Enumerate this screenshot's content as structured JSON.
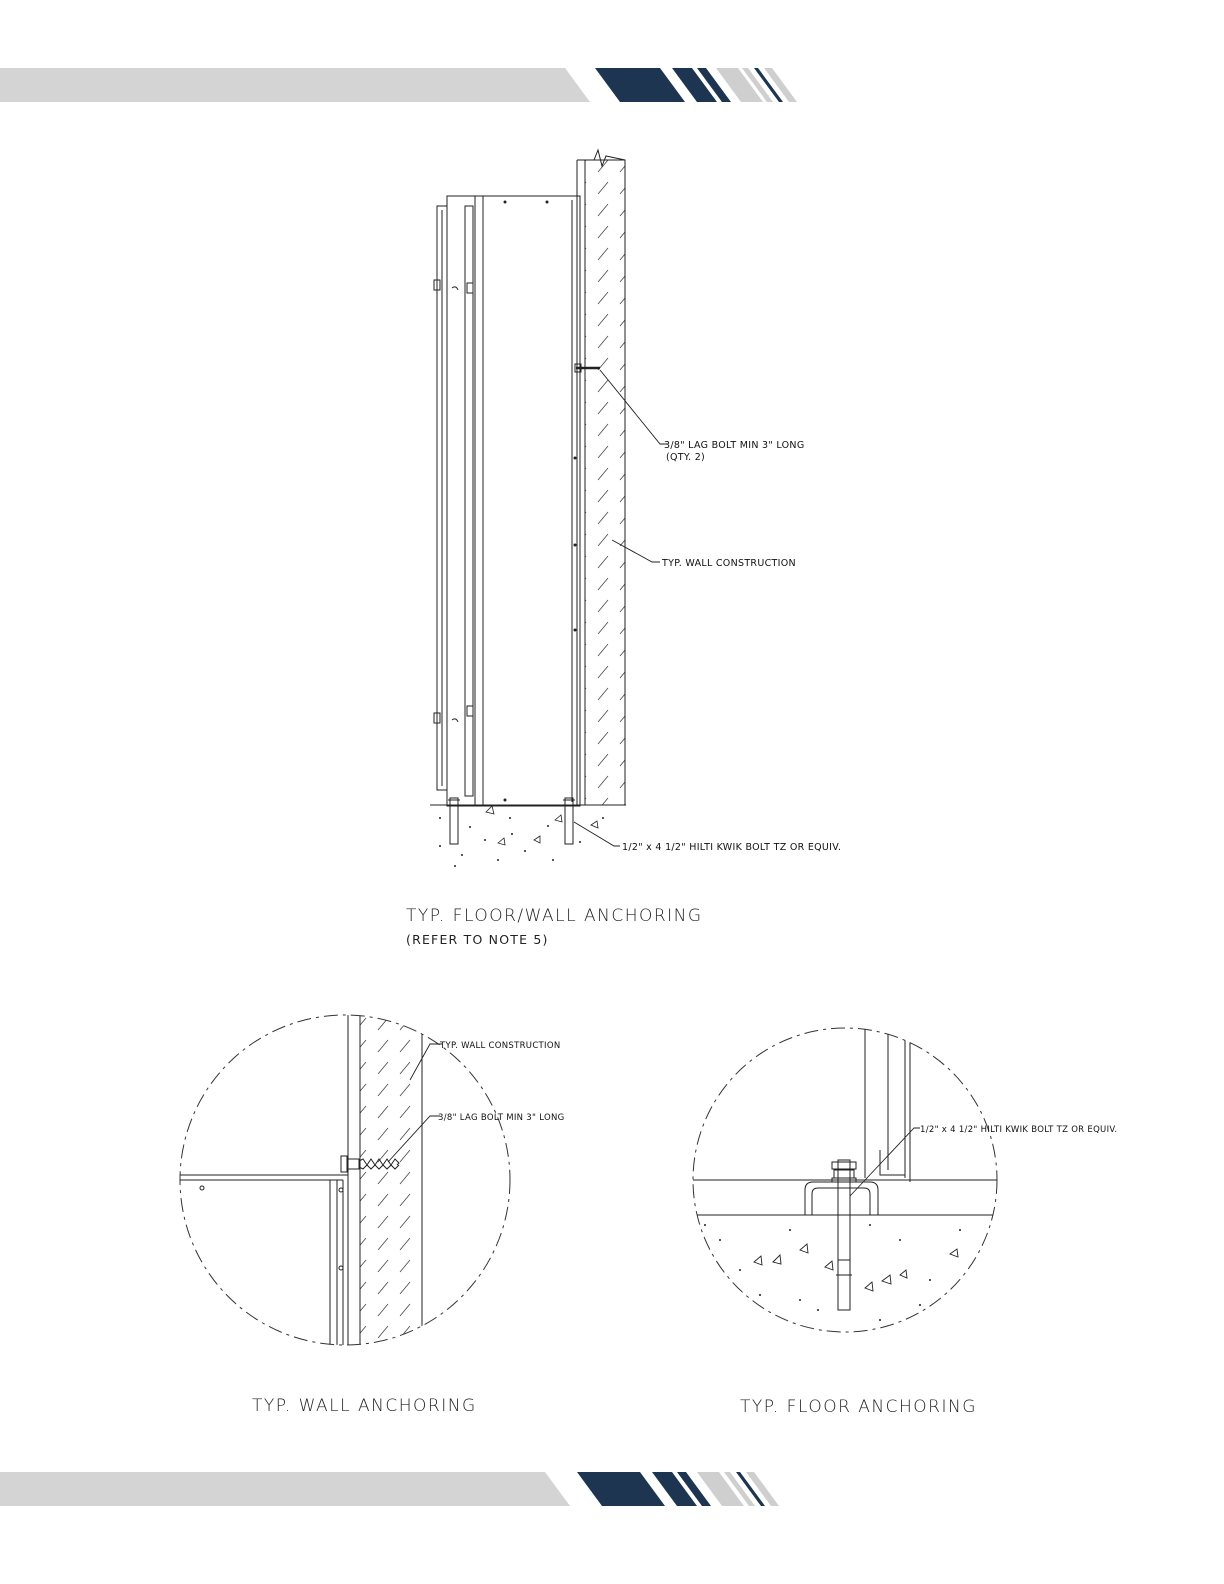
{
  "header_band": {
    "colors": {
      "gray": "#d4d4d4",
      "navy": "#1d3550",
      "light": "#cfcfcf"
    }
  },
  "footer_band": {
    "colors": {
      "gray": "#d4d4d4",
      "navy": "#1d3550",
      "light": "#cfcfcf"
    }
  },
  "main_view": {
    "callouts": {
      "lag_bolt": "3/8\" LAG BOLT MIN 3\" LONG",
      "lag_bolt_qty": "(QTY. 2)",
      "wall": "TYP. WALL CONSTRUCTION",
      "anchor_bolt": "1/2\" x 4 1/2\" HILTI KWIK BOLT TZ OR EQUIV."
    },
    "title": "TYP. FLOOR/WALL ANCHORING",
    "subtitle": "(REFER TO NOTE 5)"
  },
  "wall_detail": {
    "callouts": {
      "wall": "TYP. WALL CONSTRUCTION",
      "lag_bolt": "3/8\" LAG BOLT MIN 3\" LONG"
    },
    "title": "TYP. WALL ANCHORING"
  },
  "floor_detail": {
    "callouts": {
      "anchor_bolt": "1/2\" x 4 1/2\" HILTI KWIK BOLT TZ OR EQUIV."
    },
    "title": "TYP. FLOOR ANCHORING"
  }
}
